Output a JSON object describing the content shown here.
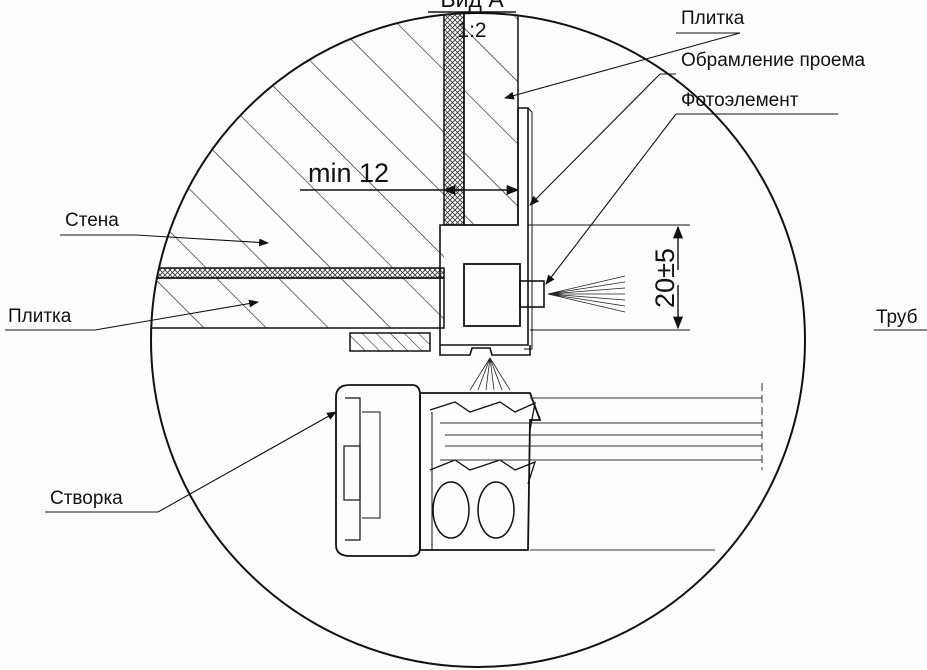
{
  "header": {
    "view_title": "Вид А",
    "scale": "1:2"
  },
  "labels": {
    "tile_top": "Плитка",
    "opening_frame": "Обрамление проема",
    "photo_element": "Фотоэлемент",
    "wall": "Стена",
    "tile_left": "Плитка",
    "pipe_cut": "Труб",
    "sash": "Створка"
  },
  "dimensions": {
    "min_gap": "min 12",
    "sensor_height": "20±5"
  }
}
